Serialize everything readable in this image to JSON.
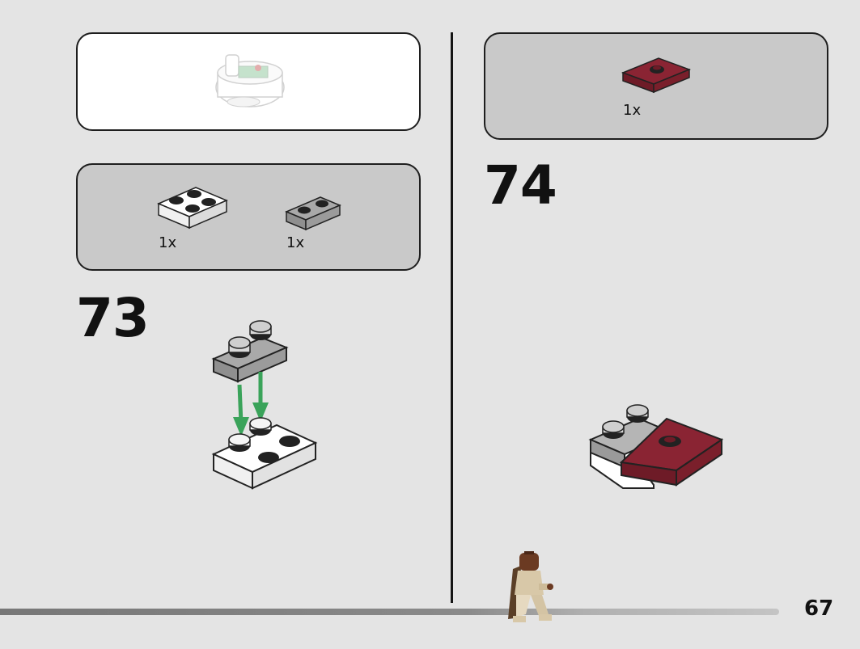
{
  "left_column": {
    "step_73": {
      "number": "73",
      "parts": [
        {
          "quantity": "1x",
          "name": "white-2x2-plate"
        },
        {
          "quantity": "1x",
          "name": "grey-1x2-plate"
        }
      ]
    }
  },
  "right_column": {
    "step_74": {
      "number": "74",
      "parts": [
        {
          "quantity": "1x",
          "name": "dark-red-2x2-jumper-plate"
        }
      ]
    }
  },
  "colors": {
    "white_brick": "#ffffff",
    "grey_brick": "#a9a9a9",
    "dark_red_brick": "#7a1f2b",
    "arrow": "#3aa35a",
    "panel_grey": "#c9c9c9",
    "background": "#e4e4e4"
  },
  "footer": {
    "page_number": "67"
  }
}
